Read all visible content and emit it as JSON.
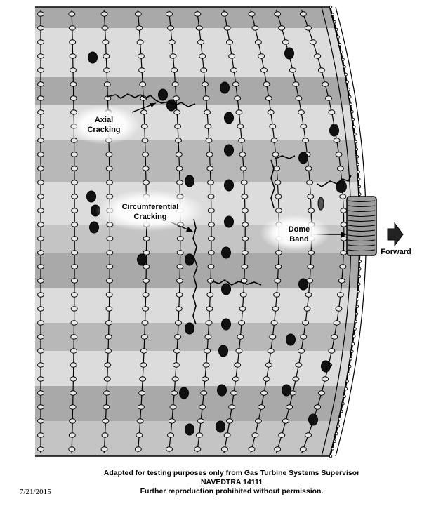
{
  "diagram": {
    "labels": {
      "axial_cracking": [
        "Axial",
        "Cracking"
      ],
      "circumferential_cracking": [
        "Circumferential",
        "Cracking"
      ],
      "dome_band": [
        "Dome",
        "Band"
      ],
      "forward": "Forward"
    }
  },
  "footer": {
    "credit_line1": "Adapted for testing purposes only from Gas Turbine Systems Supervisor",
    "credit_line2": "NAVEDTRA 14111",
    "credit_line3": "Further reproduction prohibited without permission.",
    "date": "7/21/2015"
  },
  "colors": {
    "liner_light": "#dcdcdc",
    "liner_dark": "#a9a9a9",
    "outline": "#000000",
    "dome_band": "#9a9a9a"
  }
}
